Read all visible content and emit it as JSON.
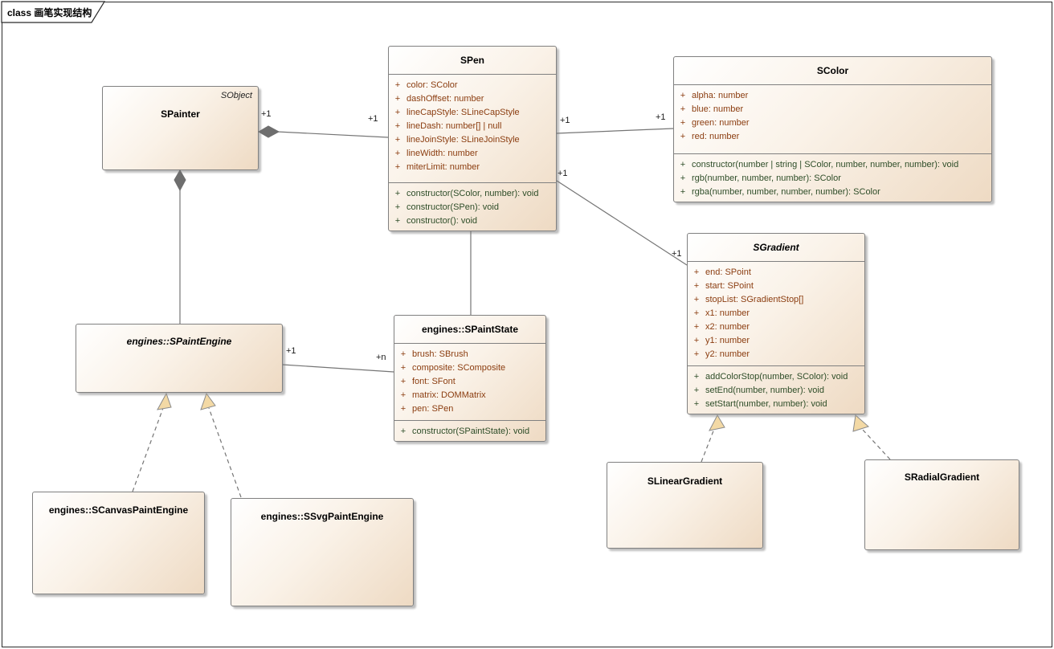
{
  "frame": {
    "label": "class 画笔实现结构"
  },
  "colors": {
    "box_fill_end": "#eedac3",
    "border": "#808080",
    "attribute_text": "#8b3d10",
    "method_text": "#2e4d28",
    "line": "#757575",
    "diamond_fill": "#6e6e6e",
    "triangle_fill": "#f3d9a5",
    "shadow": "#bfbfbf"
  },
  "classes": [
    {
      "name": "SPainter",
      "stereotype": "SObject",
      "abstract": false,
      "attributes": [],
      "methods": []
    },
    {
      "name": "SPen",
      "abstract": false,
      "attributes": [
        {
          "vis": "+",
          "text": "color: SColor"
        },
        {
          "vis": "+",
          "text": "dashOffset: number"
        },
        {
          "vis": "+",
          "text": "lineCapStyle: SLineCapStyle"
        },
        {
          "vis": "+",
          "text": "lineDash: number[] | null"
        },
        {
          "vis": "+",
          "text": "lineJoinStyle: SLineJoinStyle"
        },
        {
          "vis": "+",
          "text": "lineWidth: number"
        },
        {
          "vis": "+",
          "text": "miterLimit: number"
        }
      ],
      "methods": [
        {
          "vis": "+",
          "text": "constructor(SColor, number): void"
        },
        {
          "vis": "+",
          "text": "constructor(SPen): void"
        },
        {
          "vis": "+",
          "text": "constructor(): void"
        }
      ]
    },
    {
      "name": "SColor",
      "abstract": false,
      "attributes": [
        {
          "vis": "+",
          "text": "alpha: number"
        },
        {
          "vis": "+",
          "text": "blue: number"
        },
        {
          "vis": "+",
          "text": "green: number"
        },
        {
          "vis": "+",
          "text": "red: number"
        }
      ],
      "methods": [
        {
          "vis": "+",
          "text": "constructor(number | string | SColor, number, number, number): void"
        },
        {
          "vis": "+",
          "text": "rgb(number, number, number): SColor"
        },
        {
          "vis": "+",
          "text": "rgba(number, number, number, number): SColor"
        }
      ]
    },
    {
      "name": "SGradient",
      "abstract": true,
      "attributes": [
        {
          "vis": "+",
          "text": "end: SPoint"
        },
        {
          "vis": "+",
          "text": "start: SPoint"
        },
        {
          "vis": "+",
          "text": "stopList: SGradientStop[]"
        },
        {
          "vis": "+",
          "text": "x1: number"
        },
        {
          "vis": "+",
          "text": "x2: number"
        },
        {
          "vis": "+",
          "text": "y1: number"
        },
        {
          "vis": "+",
          "text": "y2: number"
        }
      ],
      "methods": [
        {
          "vis": "+",
          "text": "addColorStop(number, SColor): void"
        },
        {
          "vis": "+",
          "text": "setEnd(number, number): void"
        },
        {
          "vis": "+",
          "text": "setStart(number, number): void"
        }
      ]
    },
    {
      "name": "engines::SPaintState",
      "abstract": false,
      "attributes": [
        {
          "vis": "+",
          "text": "brush: SBrush"
        },
        {
          "vis": "+",
          "text": "composite: SComposite"
        },
        {
          "vis": "+",
          "text": "font: SFont"
        },
        {
          "vis": "+",
          "text": "matrix: DOMMatrix"
        },
        {
          "vis": "+",
          "text": "pen: SPen"
        }
      ],
      "methods": [
        {
          "vis": "+",
          "text": "constructor(SPaintState): void"
        }
      ]
    },
    {
      "name": "engines::SPaintEngine",
      "abstract": true,
      "attributes": [],
      "methods": []
    },
    {
      "name": "engines::SCanvasPaintEngine",
      "abstract": false,
      "attributes": [],
      "methods": []
    },
    {
      "name": "engines::SSvgPaintEngine",
      "abstract": false,
      "attributes": [],
      "methods": []
    },
    {
      "name": "SLinearGradient",
      "abstract": false,
      "attributes": [],
      "methods": []
    },
    {
      "name": "SRadialGradient",
      "abstract": false,
      "attributes": [],
      "methods": []
    }
  ],
  "relations": [
    {
      "from": "SPainter",
      "to": "SPen",
      "type": "composition",
      "label_from": "+1",
      "label_to": "+1"
    },
    {
      "from": "SPen",
      "to": "SColor",
      "type": "association",
      "label_from": "+1",
      "label_to": "+1"
    },
    {
      "from": "SPen",
      "to": "SGradient",
      "type": "association",
      "label_from": "+1",
      "label_to": "+1"
    },
    {
      "from": "SPainter",
      "to": "engines::SPaintEngine",
      "type": "composition"
    },
    {
      "from": "SPen",
      "to": "engines::SPaintState",
      "type": "association"
    },
    {
      "from": "engines::SPaintEngine",
      "to": "engines::SPaintState",
      "type": "association",
      "label_from": "+1",
      "label_to": "+n"
    },
    {
      "from": "engines::SCanvasPaintEngine",
      "to": "engines::SPaintEngine",
      "type": "realization"
    },
    {
      "from": "engines::SSvgPaintEngine",
      "to": "engines::SPaintEngine",
      "type": "realization"
    },
    {
      "from": "SLinearGradient",
      "to": "SGradient",
      "type": "realization"
    },
    {
      "from": "SRadialGradient",
      "to": "SGradient",
      "type": "realization"
    }
  ]
}
